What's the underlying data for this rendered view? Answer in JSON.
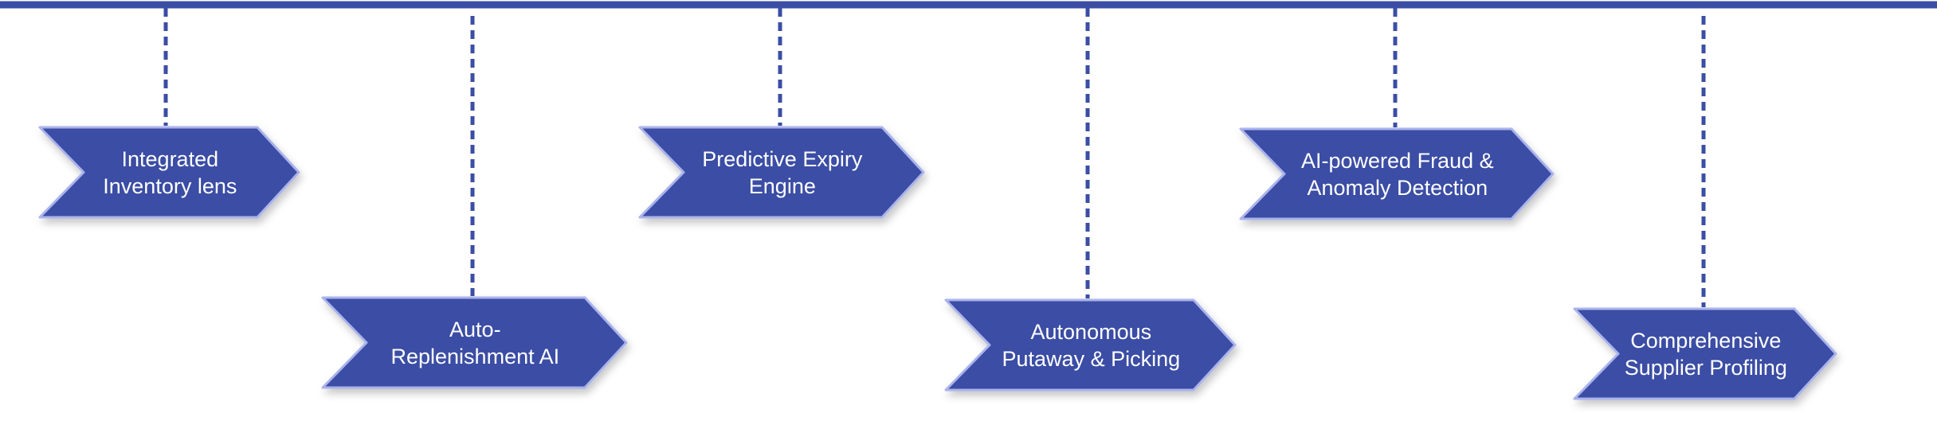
{
  "colors": {
    "fill": "#3b4ea4",
    "border": "#aab3ec",
    "line": "#3b4ea4",
    "shadow": "#000000"
  },
  "steps": [
    {
      "label": "Integrated\nInventory lens",
      "row": "upper"
    },
    {
      "label": "Auto-\nReplenishment AI",
      "row": "lower"
    },
    {
      "label": "Predictive Expiry\nEngine",
      "row": "upper"
    },
    {
      "label": "Autonomous\nPutaway & Picking",
      "row": "lower"
    },
    {
      "label": "AI-powered Fraud &\nAnomaly Detection",
      "row": "upper"
    },
    {
      "label": "Comprehensive\nSupplier Profiling",
      "row": "lower"
    }
  ]
}
